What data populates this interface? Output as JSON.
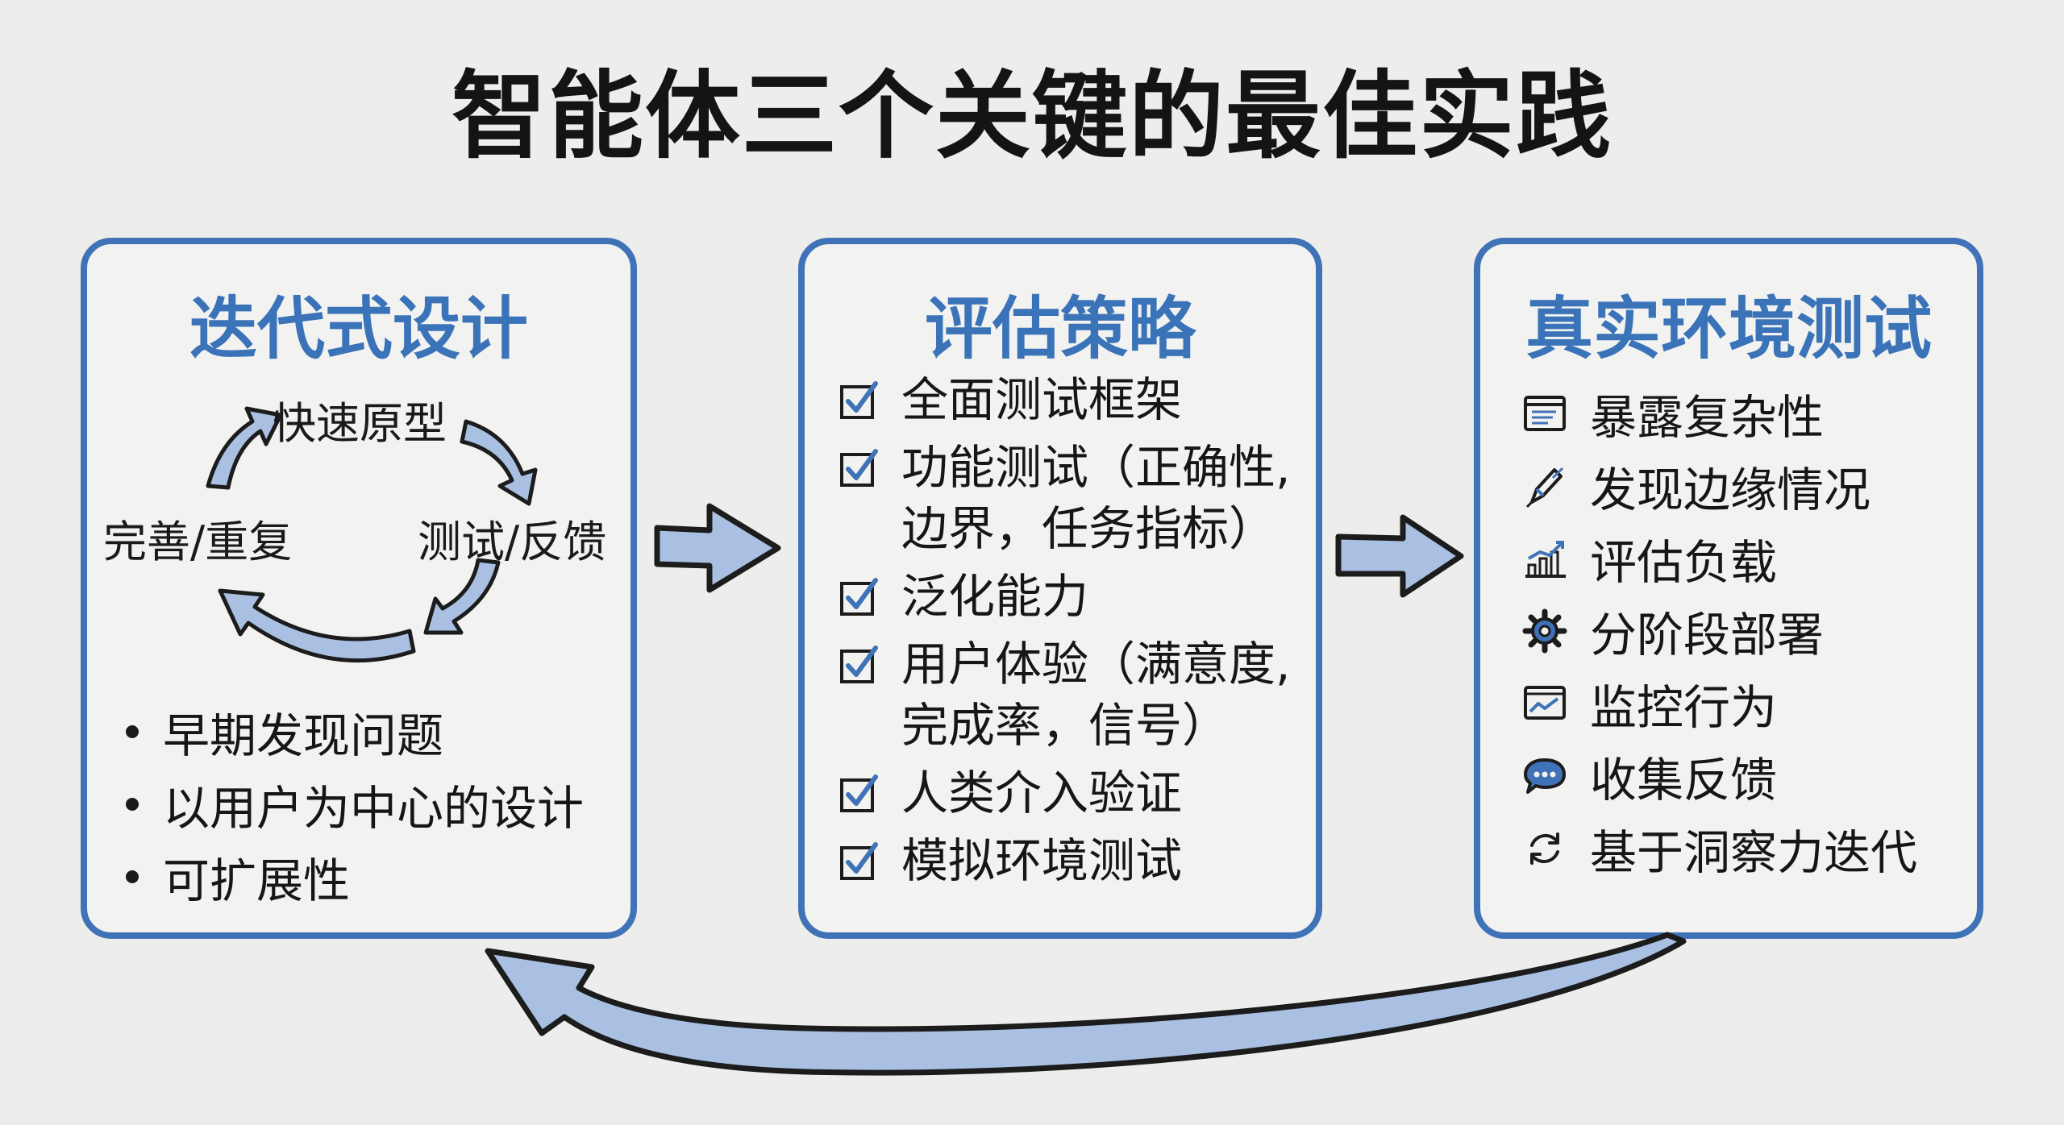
{
  "title": "智能体三个关键的最佳实践",
  "panels": [
    {
      "title": "迭代式设计",
      "cycle": [
        "快速原型",
        "测试/反馈",
        "完善/重复"
      ],
      "bullets": [
        "早期发现问题",
        "以用户为中心的设计",
        "可扩展性"
      ]
    },
    {
      "title": "评估策略",
      "items": [
        "全面测试框架",
        "功能测试（正确性,\n边界，任务指标）",
        "泛化能力",
        "用户体验（满意度,\n完成率，信号）",
        "人类介入验证",
        "模拟环境测试"
      ]
    },
    {
      "title": "真实环境测试",
      "items": [
        {
          "icon": "window-icon",
          "label": "暴露复杂性"
        },
        {
          "icon": "pen-icon",
          "label": "发现边缘情况"
        },
        {
          "icon": "bar-chart-icon",
          "label": "评估负载"
        },
        {
          "icon": "gear-icon",
          "label": "分阶段部署"
        },
        {
          "icon": "monitor-chart-icon",
          "label": "监控行为"
        },
        {
          "icon": "chat-bubble-icon",
          "label": "收集反馈"
        },
        {
          "icon": "refresh-icon",
          "label": "基于洞察力迭代"
        }
      ]
    }
  ],
  "colors": {
    "accent": "#3f72b7",
    "arrow_fill": "#a9c0e3",
    "outline": "#1c1c1c",
    "background": "#ededeb"
  }
}
